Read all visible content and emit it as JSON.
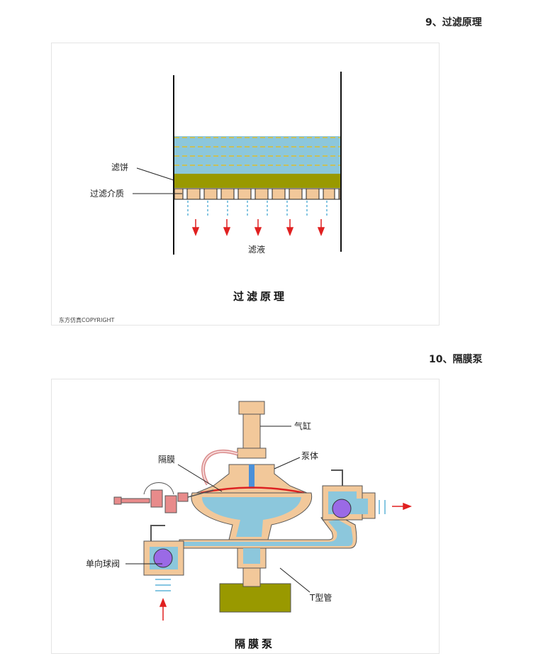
{
  "section1": {
    "heading": "9、过滤原理",
    "diagram": {
      "title": "过滤原理",
      "label_cake": "滤饼",
      "label_medium": "过滤介质",
      "label_filtrate": "滤液",
      "copyright": "东方仿真COPYRIGHT"
    }
  },
  "section2": {
    "heading": "10、隔膜泵",
    "diagram": {
      "title": "隔膜泵",
      "label_cylinder": "气缸",
      "label_membrane": "隔膜",
      "label_body": "泵体",
      "label_check_valve": "单向球阀",
      "label_tee": "T型管"
    }
  },
  "colors": {
    "liquid": "#8cc7dc",
    "cake": "#999900",
    "medium": "#f2c89a",
    "arrow": "#e02020",
    "dashes": "#c8c05a",
    "pump_body": "#f2c89a",
    "ball": "#9a6ae6"
  }
}
